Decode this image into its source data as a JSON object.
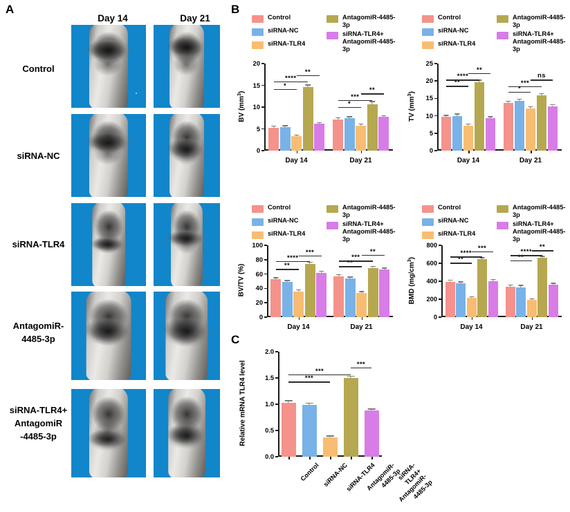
{
  "figure": {
    "panels": [
      {
        "letter": "A"
      },
      {
        "letter": "B"
      },
      {
        "letter": "C"
      }
    ]
  },
  "colors": {
    "control": "#f5928b",
    "sirna_nc": "#79b2e8",
    "sirna_tlr4": "#f8bd72",
    "antagomir": "#b5a851",
    "combo": "#d87ce8",
    "micro_ct_background": "#1186cb",
    "axis": "#1a1a1a",
    "significance_bar": "#2b2b2b"
  },
  "groups": {
    "names": [
      "Control",
      "siRNA-NC",
      "siRNA-TLR4",
      "AntagomiR-4485-3p",
      "siRNA-TLR4+\nAntagomiR-4485-3p"
    ],
    "legend_labels": [
      "Control",
      "siRNA-NC",
      "siRNA-TLR4",
      "AntagomiR-4485-3p",
      "siRNA-TLR4+\nAntagomiR-4485-3p"
    ]
  },
  "panelA": {
    "column_headers": [
      "Day 14",
      "Day 21"
    ],
    "row_labels": [
      "Control",
      "siRNA-NC",
      "siRNA-TLR4",
      "AntagomiR-\n4485-3p",
      "siRNA-TLR4+\nAntagomiR\n-4485-3p"
    ]
  },
  "chart_data": [
    {
      "id": "bv",
      "type": "bar",
      "title": "",
      "xlabel": "",
      "ylabel": "BV (mm³)",
      "ylabel_text": "BV (mm3)",
      "ylim": [
        0,
        20
      ],
      "yticks": [
        0,
        5,
        10,
        15,
        20
      ],
      "categories": [
        "Day 14",
        "Day 21"
      ],
      "legend_position": "top",
      "grid": false,
      "series": [
        {
          "name": "Control",
          "values": [
            5.25,
            7.2
          ],
          "errors": [
            0.25,
            0.2
          ]
        },
        {
          "name": "siRNA-NC",
          "values": [
            5.35,
            7.5
          ],
          "errors": [
            0.25,
            0.2
          ]
        },
        {
          "name": "siRNA-TLR4",
          "values": [
            3.3,
            5.75
          ],
          "errors": [
            0.2,
            0.25
          ]
        },
        {
          "name": "AntagomiR-4485-3p",
          "values": [
            14.65,
            10.7
          ],
          "errors": [
            0.35,
            0.45
          ]
        },
        {
          "name": "siRNA-TLR4+\nAntagomiR-4485-3p",
          "values": [
            6.15,
            7.75
          ],
          "errors": [
            0.2,
            0.2
          ]
        }
      ],
      "annotations": [
        {
          "group": "Day 14",
          "from": "Control",
          "to": "siRNA-TLR4",
          "label": "*",
          "y": 14.2
        },
        {
          "group": "Day 14",
          "from": "Control",
          "to": "AntagomiR-4485-3p",
          "label": "****",
          "y": 15.9
        },
        {
          "group": "Day 14",
          "from": "siRNA-TLR4",
          "to": "siRNA-TLR4+\nAntagomiR-4485-3p",
          "label": "**",
          "y": 17.3
        },
        {
          "group": "Day 21",
          "from": "Control",
          "to": "siRNA-TLR4",
          "label": "*",
          "y": 10.0
        },
        {
          "group": "Day 21",
          "from": "Control",
          "to": "AntagomiR-4485-3p",
          "label": "***",
          "y": 11.6
        },
        {
          "group": "Day 21",
          "from": "siRNA-TLR4",
          "to": "siRNA-TLR4+\nAntagomiR-4485-3p",
          "label": "**",
          "y": 13.1
        }
      ]
    },
    {
      "id": "tv",
      "type": "bar",
      "title": "",
      "xlabel": "",
      "ylabel": "TV (mm³)",
      "ylabel_text": "TV (mm3)",
      "ylim": [
        0,
        25
      ],
      "yticks": [
        0,
        5,
        10,
        15,
        20,
        25
      ],
      "categories": [
        "Day 14",
        "Day 21"
      ],
      "legend_position": "top",
      "grid": false,
      "series": [
        {
          "name": "Control",
          "values": [
            9.65,
            13.6
          ],
          "errors": [
            0.3,
            0.4
          ]
        },
        {
          "name": "siRNA-NC",
          "values": [
            9.95,
            14.2
          ],
          "errors": [
            0.45,
            0.4
          ]
        },
        {
          "name": "siRNA-TLR4",
          "values": [
            7.2,
            12.2
          ],
          "errors": [
            0.25,
            0.3
          ]
        },
        {
          "name": "AntagomiR-4485-3p",
          "values": [
            19.6,
            15.8
          ],
          "errors": [
            0.5,
            0.4
          ]
        },
        {
          "name": "siRNA-TLR4+\nAntagomiR-4485-3p",
          "values": [
            9.25,
            12.7
          ],
          "errors": [
            0.3,
            0.3
          ]
        }
      ],
      "annotations": [
        {
          "group": "Day 14",
          "from": "Control",
          "to": "siRNA-TLR4",
          "label": "**",
          "y": 18.6
        },
        {
          "group": "Day 14",
          "from": "Control",
          "to": "AntagomiR-4485-3p",
          "label": "****",
          "y": 20.4
        },
        {
          "group": "Day 14",
          "from": "siRNA-TLR4",
          "to": "siRNA-TLR4+\nAntagomiR-4485-3p",
          "label": "**",
          "y": 22.3
        },
        {
          "group": "Day 21",
          "from": "Control",
          "to": "siRNA-TLR4",
          "label": "*",
          "y": 16.9
        },
        {
          "group": "Day 21",
          "from": "Control",
          "to": "AntagomiR-4485-3p",
          "label": "***",
          "y": 18.5
        },
        {
          "group": "Day 21",
          "from": "siRNA-TLR4",
          "to": "siRNA-TLR4+\nAntagomiR-4485-3p",
          "label": "ns",
          "y": 20.4
        }
      ]
    },
    {
      "id": "bvtv",
      "type": "bar",
      "title": "",
      "xlabel": "",
      "ylabel": "BV/TV (%)",
      "ylabel_text": "BV/TV (%)",
      "ylim": [
        0,
        100
      ],
      "yticks": [
        0,
        20,
        40,
        60,
        80,
        100
      ],
      "categories": [
        "Day 14",
        "Day 21"
      ],
      "legend_position": "top",
      "grid": false,
      "series": [
        {
          "name": "Control",
          "values": [
            52.5,
            57.0
          ],
          "errors": [
            1.5,
            1.5
          ]
        },
        {
          "name": "siRNA-NC",
          "values": [
            49.0,
            53.5
          ],
          "errors": [
            1.2,
            1.5
          ]
        },
        {
          "name": "siRNA-TLR4",
          "values": [
            36.0,
            33.5
          ],
          "errors": [
            1.2,
            1.5
          ]
        },
        {
          "name": "AntagomiR-4485-3p",
          "values": [
            74.0,
            68.5
          ],
          "errors": [
            1.8,
            1.8
          ]
        },
        {
          "name": "siRNA-TLR4+\nAntagomiR-4485-3p",
          "values": [
            61.5,
            66.0
          ],
          "errors": [
            1.8,
            1.5
          ]
        }
      ],
      "annotations": [
        {
          "group": "Day 14",
          "from": "Control",
          "to": "siRNA-TLR4",
          "label": "**",
          "y": 67.0
        },
        {
          "group": "Day 14",
          "from": "Control",
          "to": "AntagomiR-4485-3p",
          "label": "****",
          "y": 78.0
        },
        {
          "group": "Day 14",
          "from": "siRNA-TLR4",
          "to": "siRNA-TLR4+\nAntagomiR-4485-3p",
          "label": "***",
          "y": 86.0
        },
        {
          "group": "Day 21",
          "from": "Control",
          "to": "siRNA-TLR4",
          "label": "**",
          "y": 71.0
        },
        {
          "group": "Day 21",
          "from": "Control",
          "to": "AntagomiR-4485-3p",
          "label": "***",
          "y": 78.5
        },
        {
          "group": "Day 21",
          "from": "siRNA-TLR4",
          "to": "siRNA-TLR4+\nAntagomiR-4485-3p",
          "label": "**",
          "y": 86.5
        }
      ]
    },
    {
      "id": "bmd",
      "type": "bar",
      "title": "",
      "xlabel": "",
      "ylabel": "BMD (mg/cm³)",
      "ylabel_text": "BMD (mg/cm3)",
      "ylim": [
        0,
        800
      ],
      "yticks": [
        0,
        200,
        400,
        600,
        800
      ],
      "categories": [
        "Day 14",
        "Day 21"
      ],
      "legend_position": "top",
      "grid": false,
      "series": [
        {
          "name": "Control",
          "values": [
            390,
            340
          ],
          "errors": [
            14,
            12
          ]
        },
        {
          "name": "siRNA-NC",
          "values": [
            378,
            334
          ],
          "errors": [
            10,
            14
          ]
        },
        {
          "name": "siRNA-TLR4",
          "values": [
            213,
            190
          ],
          "errors": [
            10,
            8
          ]
        },
        {
          "name": "AntagomiR-4485-3p",
          "values": [
            643,
            660
          ],
          "errors": [
            12,
            12
          ]
        },
        {
          "name": "siRNA-TLR4+\nAntagomiR-4485-3p",
          "values": [
            398,
            363
          ],
          "errors": [
            14,
            10
          ]
        }
      ],
      "annotations": [
        {
          "group": "Day 14",
          "from": "Control",
          "to": "siRNA-TLR4",
          "label": "**",
          "y": 605
        },
        {
          "group": "Day 14",
          "from": "Control",
          "to": "AntagomiR-4485-3p",
          "label": "****",
          "y": 675
        },
        {
          "group": "Day 14",
          "from": "siRNA-TLR4",
          "to": "siRNA-TLR4+\nAntagomiR-4485-3p",
          "label": "***",
          "y": 730
        },
        {
          "group": "Day 21",
          "from": "Control",
          "to": "siRNA-TLR4",
          "label": "**",
          "y": 630
        },
        {
          "group": "Day 21",
          "from": "Control",
          "to": "AntagomiR-4485-3p",
          "label": "****",
          "y": 690
        },
        {
          "group": "Day 21",
          "from": "siRNA-TLR4",
          "to": "siRNA-TLR4+\nAntagomiR-4485-3p",
          "label": "**",
          "y": 745
        }
      ]
    },
    {
      "id": "mrna",
      "type": "bar",
      "title": "",
      "xlabel": "",
      "ylabel": "Relative mRNA TLR4 level",
      "ylabel_text": "Relative mRNA TLR4 level",
      "ylim": [
        0,
        2.0
      ],
      "yticks": [
        0.0,
        0.5,
        1.0,
        1.5,
        2.0
      ],
      "ytick_labels": [
        "0.0",
        "0.5",
        "1.0",
        "1.5",
        "2.0"
      ],
      "categories": [
        "Control",
        "siRNA-NC",
        "siRNA-TLR4",
        "AntagomiR-4485-3p",
        "siRNA-TLR4+\nAntagomiR-4485-3p"
      ],
      "values": [
        1.02,
        0.99,
        0.37,
        1.5,
        0.88
      ],
      "errors": [
        0.035,
        0.02,
        0.015,
        0.025,
        0.02
      ],
      "legend_position": "none",
      "grid": false,
      "annotations": [
        {
          "from": "Control",
          "to": "siRNA-TLR4",
          "label": "***",
          "y": 1.43
        },
        {
          "from": "Control",
          "to": "AntagomiR-4485-3p",
          "label": "***",
          "y": 1.57
        },
        {
          "from": "AntagomiR-4485-3p",
          "to": "siRNA-TLR4+\nAntagomiR-4485-3p",
          "label": "***",
          "y": 1.7
        }
      ]
    }
  ]
}
